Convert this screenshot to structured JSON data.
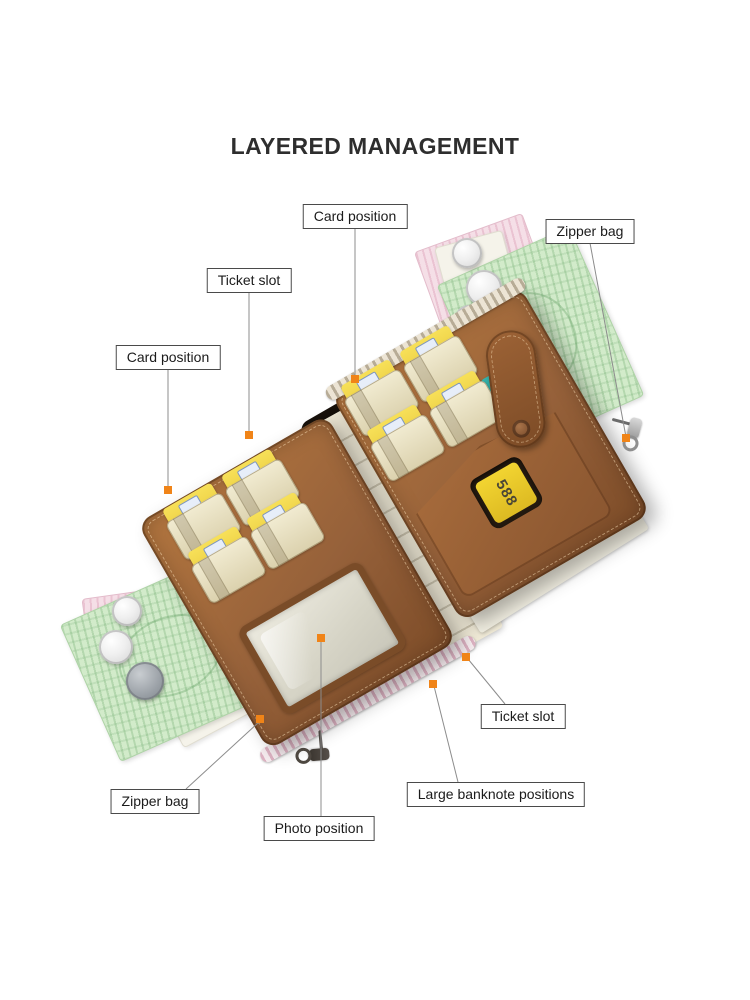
{
  "title": "LAYERED MANAGEMENT",
  "labels": {
    "card_position_top": {
      "text": "Card position"
    },
    "zipper_bag_top": {
      "text": "Zipper bag"
    },
    "ticket_slot_top": {
      "text": "Ticket slot"
    },
    "card_position_left": {
      "text": "Card position"
    },
    "ticket_slot_bottom": {
      "text": "Ticket slot"
    },
    "large_banknote_positions": {
      "text": "Large banknote positions"
    },
    "zipper_bag_bottom": {
      "text": "Zipper bag"
    },
    "photo_position": {
      "text": "Photo position"
    }
  },
  "wallet": {
    "visible_card_number": "588"
  },
  "colors": {
    "marker_orange": "#F08418",
    "label_border": "#4A4A4A",
    "leather_brown": "#96613A",
    "card_yellow": "#F2D846",
    "banknote_green": "#D2EBCA",
    "banknote_pink": "#F5DFE7",
    "coin_silver": "#D2D2D2"
  }
}
